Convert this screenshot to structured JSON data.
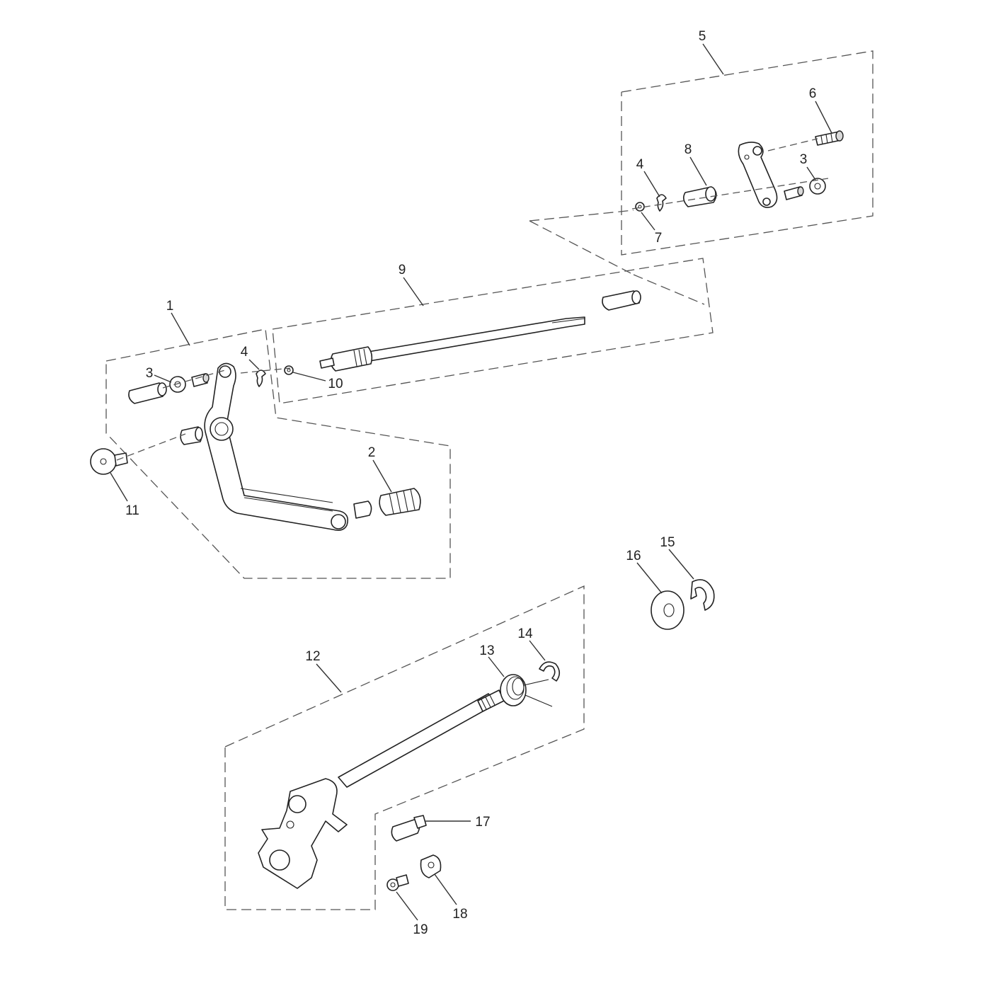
{
  "diagram": {
    "callouts": [
      {
        "id": "c1",
        "label": "1"
      },
      {
        "id": "c2",
        "label": "2"
      },
      {
        "id": "c3a",
        "label": "3"
      },
      {
        "id": "c3b",
        "label": "3"
      },
      {
        "id": "c4a",
        "label": "4"
      },
      {
        "id": "c4b",
        "label": "4"
      },
      {
        "id": "c5",
        "label": "5"
      },
      {
        "id": "c6",
        "label": "6"
      },
      {
        "id": "c7",
        "label": "7"
      },
      {
        "id": "c8",
        "label": "8"
      },
      {
        "id": "c9",
        "label": "9"
      },
      {
        "id": "c10",
        "label": "10"
      },
      {
        "id": "c11",
        "label": "11"
      },
      {
        "id": "c12",
        "label": "12"
      },
      {
        "id": "c13",
        "label": "13"
      },
      {
        "id": "c14",
        "label": "14"
      },
      {
        "id": "c15",
        "label": "15"
      },
      {
        "id": "c16",
        "label": "16"
      },
      {
        "id": "c17",
        "label": "17"
      },
      {
        "id": "c18",
        "label": "18"
      },
      {
        "id": "c19",
        "label": "19"
      }
    ]
  }
}
